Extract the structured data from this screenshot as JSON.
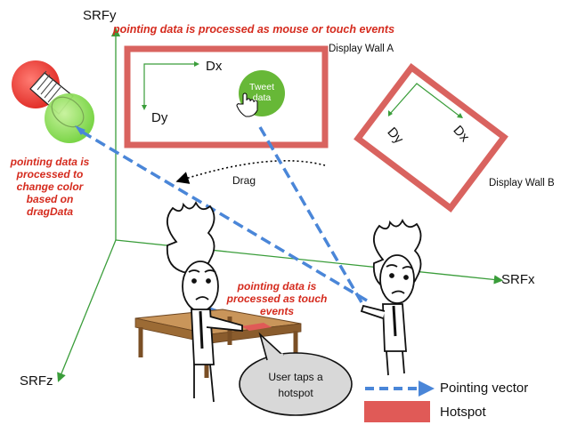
{
  "axes": {
    "y": "SRFy",
    "x": "SRFx",
    "z": "SRFz"
  },
  "annotations": {
    "top": "pointing data is processed as mouse or touch events",
    "left_lines": [
      "pointing data is",
      "processed to",
      "change color",
      "based on",
      "dragData"
    ],
    "middle_lines": [
      "pointing data is",
      "processed as touch",
      "events"
    ]
  },
  "walls": {
    "a": {
      "label": "Display Wall A",
      "dx": "Dx",
      "dy": "Dy"
    },
    "b": {
      "label": "Display Wall B",
      "dx": "Dx",
      "dy": "Dy"
    }
  },
  "tweet_lines": [
    "Tweet",
    "data"
  ],
  "drag_label": "Drag",
  "bubble_lines": [
    "User taps a",
    "hotspot"
  ],
  "legend": {
    "pointing_vector": "Pointing vector",
    "hotspot": "Hotspot"
  },
  "colors": {
    "red_text": "#d52b1e",
    "axis_green": "#3a9d3a",
    "wall_border": "#d9635f",
    "pointing_blue": "#4a86d8",
    "hotspot_red": "#e05a57",
    "tweet_green": "#67b837"
  }
}
